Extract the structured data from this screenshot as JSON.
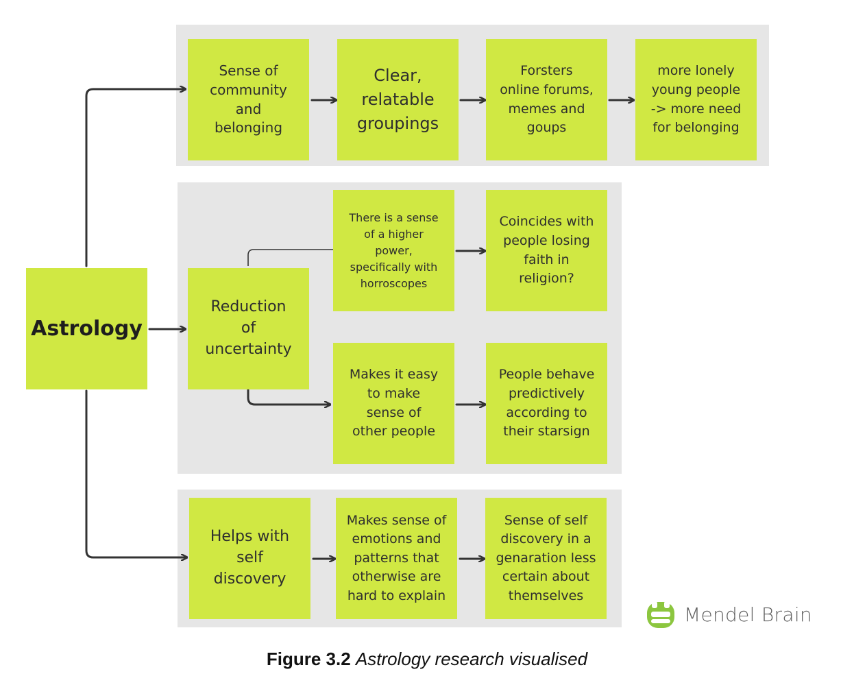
{
  "root": {
    "label": "Astrology"
  },
  "branches": {
    "community": {
      "n1": "Sense of\ncommunity\nand\nbelonging",
      "n2": "Clear,\nrelatable\ngroupings",
      "n3": "Forsters\nonline forums,\nmemes and\ngoups",
      "n4": "more lonely\nyoung people\n-> more need\nfor belonging"
    },
    "uncertainty": {
      "n1": "Reduction\nof\nuncertainty",
      "upper_a": "There is a sense\nof a higher\npower,\nspecifically with\nhorroscopes",
      "upper_b": "Coincides with\npeople losing\nfaith in\nreligion?",
      "lower_a": "Makes it easy\nto make\nsense of\nother people",
      "lower_b": "People behave\npredictively\naccording to\ntheir starsign"
    },
    "self": {
      "n1": "Helps with\nself\ndiscovery",
      "n2": "Makes sense of\nemotions and\npatterns that\notherwise are\nhard to explain",
      "n3": "Sense of self\ndiscovery in a\ngenaration less\ncertain about\nthemselves"
    }
  },
  "logo": {
    "text": "Mendel Brain",
    "icon": "mendel-brain-logo-icon",
    "color": "#8cc63f"
  },
  "caption": {
    "number": "Figure 3.2",
    "title": "Astrology research visualised"
  },
  "colors": {
    "note": "#d0e843",
    "panel": "#e6e6e6",
    "arrow": "#333333"
  }
}
